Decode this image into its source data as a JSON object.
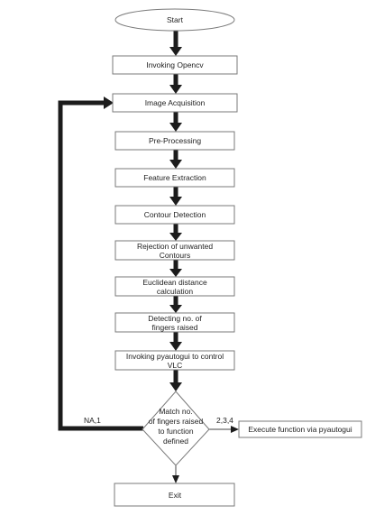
{
  "flowchart": {
    "start": "Start",
    "invoking_opencv": "Invoking Opencv",
    "image_acquisition": "Image Acquisition",
    "pre_processing": "Pre-Processing",
    "feature_extraction": "Feature Extraction",
    "contour_detection": "Contour Detection",
    "rejection": [
      "Rejection of unwanted",
      "Contours"
    ],
    "euclidean": [
      "Euclidean distance",
      "calculation"
    ],
    "detecting": [
      "Detecting no. of",
      "fingers raised"
    ],
    "invoking_pyautogui": [
      "Invoking pyautogui to control",
      "VLC"
    ],
    "decision": [
      "Match no.",
      "of fingers raised",
      "to function",
      "defined"
    ],
    "execute": "Execute function via pyautogui",
    "exit": "Exit",
    "loop_label": "NA,1",
    "yes_label": "2,3,4"
  },
  "colors": {
    "connector": "#1c1c1c",
    "node_border": "#7a7a7a"
  }
}
